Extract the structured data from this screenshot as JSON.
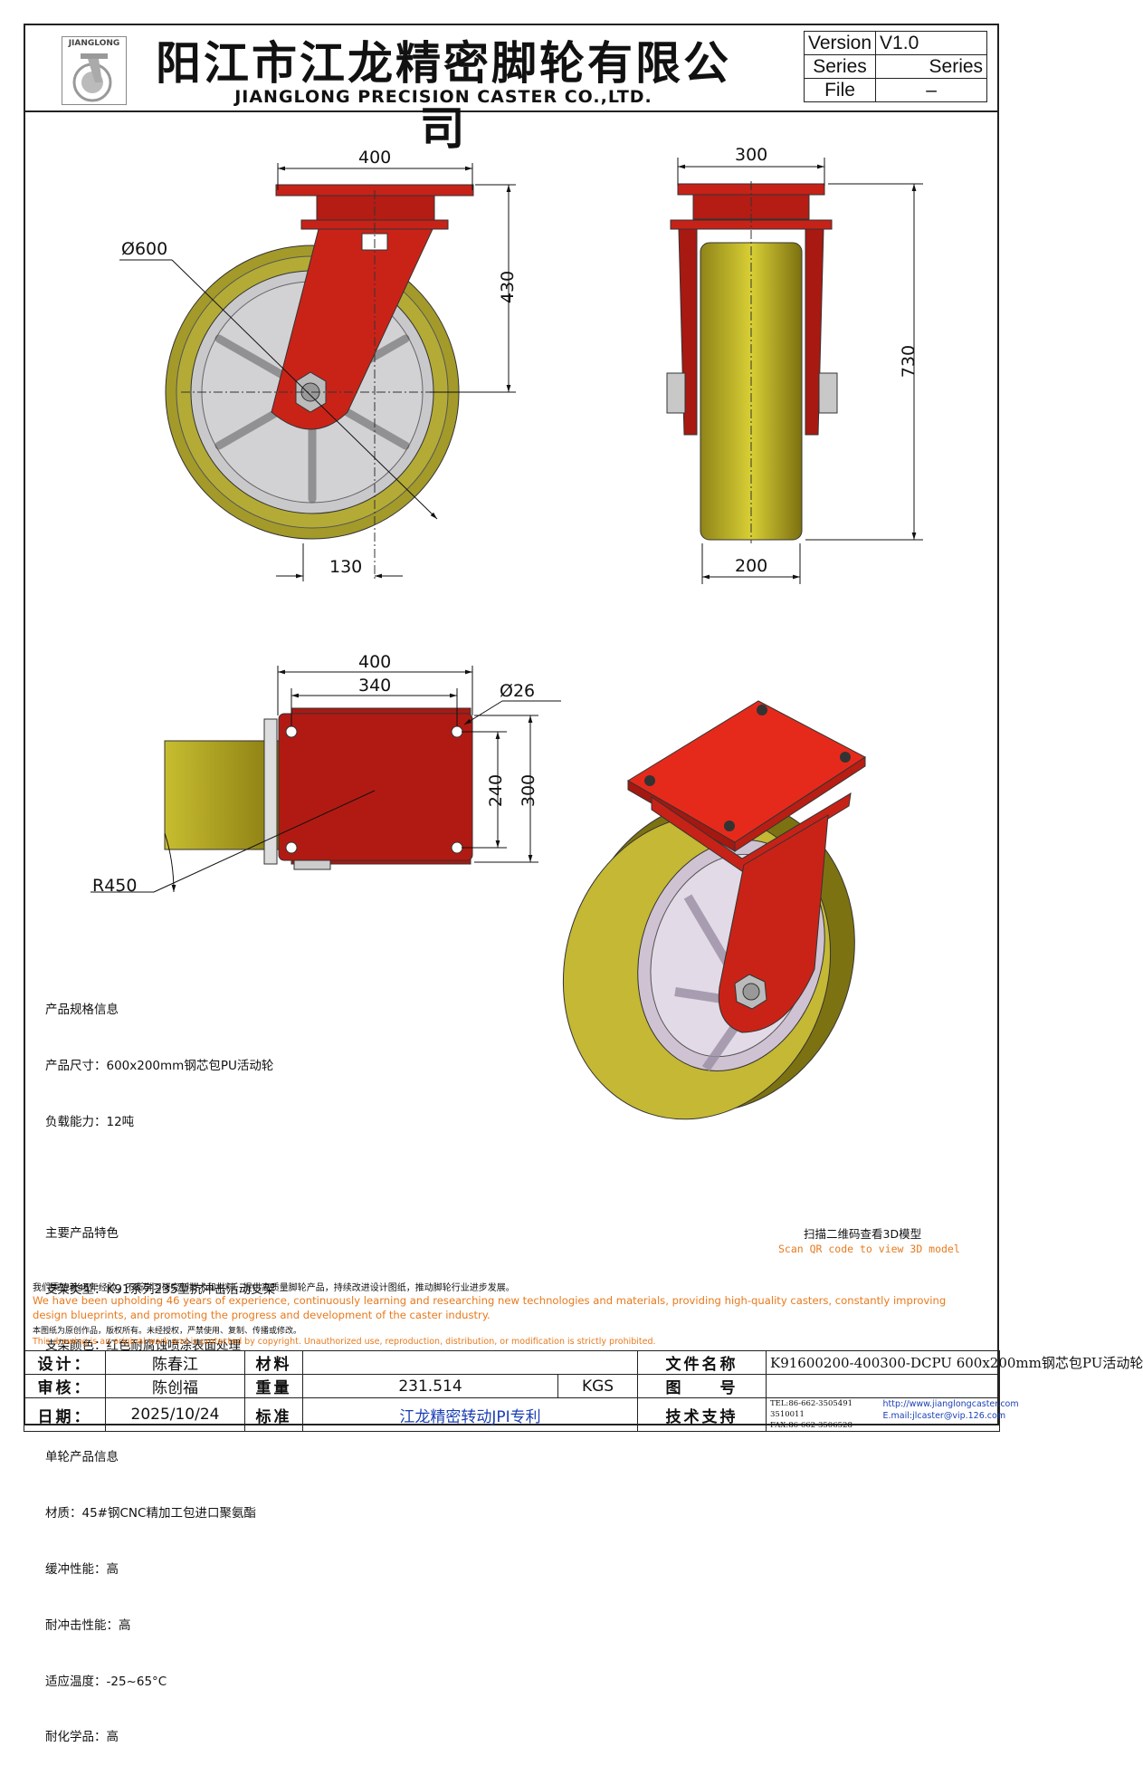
{
  "header": {
    "logo_text": "JIANGLONG",
    "title_cn": "阳江市江龙精密脚轮有限公司",
    "title_en": "JIANGLONG PRECISION CASTER CO.,LTD.",
    "version_label": "Version",
    "version_value": "V1.0",
    "series_label": "Series",
    "series_value": "Series",
    "file_label": "File",
    "file_value": "–"
  },
  "dimensions": {
    "front_width": "400",
    "diameter": "Ø600",
    "height_430": "430",
    "offset_130": "130",
    "side_width": "300",
    "height_730": "730",
    "wheel_width": "200",
    "top_400": "400",
    "top_340": "340",
    "hole_diameter": "Ø26",
    "plate_240": "240",
    "plate_300": "300",
    "radius": "R450"
  },
  "specs": {
    "section1_title": "产品规格信息",
    "size": "产品尺寸：600x200mm钢芯包PU活动轮",
    "load": "负载能力：12吨",
    "section2_title": "主要产品特色",
    "bracket_type": "支架类型：K91系列235型抗冲击活动支架",
    "bracket_color": "支架颜色：红色耐腐蚀喷涂表面处理",
    "section3_title": "单轮产品信息",
    "material": "材质：45#钢CNC精加工包进口聚氨酯",
    "cushion": "缓冲性能：高",
    "impact": "耐冲击性能：高",
    "temperature": "适应温度：-25~65°C",
    "chemical": "耐化学品：高"
  },
  "qr": {
    "cn": "扫描二维码查看3D模型",
    "en": "Scan QR code to view 3D model"
  },
  "statement": {
    "cn": "我们秉持着46年经验，不断学习研究新技术和材料，提供高质量脚轮产品，持续改进设计图纸，推动脚轮行业进步发展。",
    "en": "We have been upholding 46 years of experience, continuously learning and researching new technologies and materials, providing high-quality casters, constantly improving design blueprints, and promoting the progress and development of the caster industry.",
    "copyright_cn": "本图纸为原创作品，版权所有。未经授权，严禁使用、复制、传播或修改。",
    "copyright_en": "This drawing is an original work and is protected by copyright. Unauthorized use, reproduction, distribution, or modification is strictly prohibited."
  },
  "titleblock": {
    "design_label": "设计：",
    "design_value": "陈春江",
    "material_label": "材料",
    "material_value": "",
    "filename_label": "文件名称",
    "filename_value": "K91600200-400300-DCPU 600x200mm钢芯包PU活动轮",
    "review_label": "审核：",
    "review_value": "陈创福",
    "weight_label": "重量",
    "weight_value": "231.514",
    "weight_unit": "KGS",
    "drawing_no_label": "图　　号",
    "drawing_no_value": "",
    "date_label": "日期：",
    "date_value": "2025/10/24",
    "standard_label": "标准",
    "standard_value": "江龙精密转动JPI专利",
    "support_label": "技术支持",
    "tel": "TEL:86-662-3505491 3510011",
    "fax": "FAX:86-662-3506528",
    "website": "http://www.jianglongcaster.com",
    "email": "E.mail:jlcaster@vip.126.com"
  },
  "colors": {
    "bracket_red": "#d42a1e",
    "bracket_dark": "#8e0f0a",
    "pu_yellow": "#b9a82a",
    "core_grey": "#c8c8cc",
    "accent_orange": "#e87a1e",
    "link_blue": "#1a3fb5"
  }
}
